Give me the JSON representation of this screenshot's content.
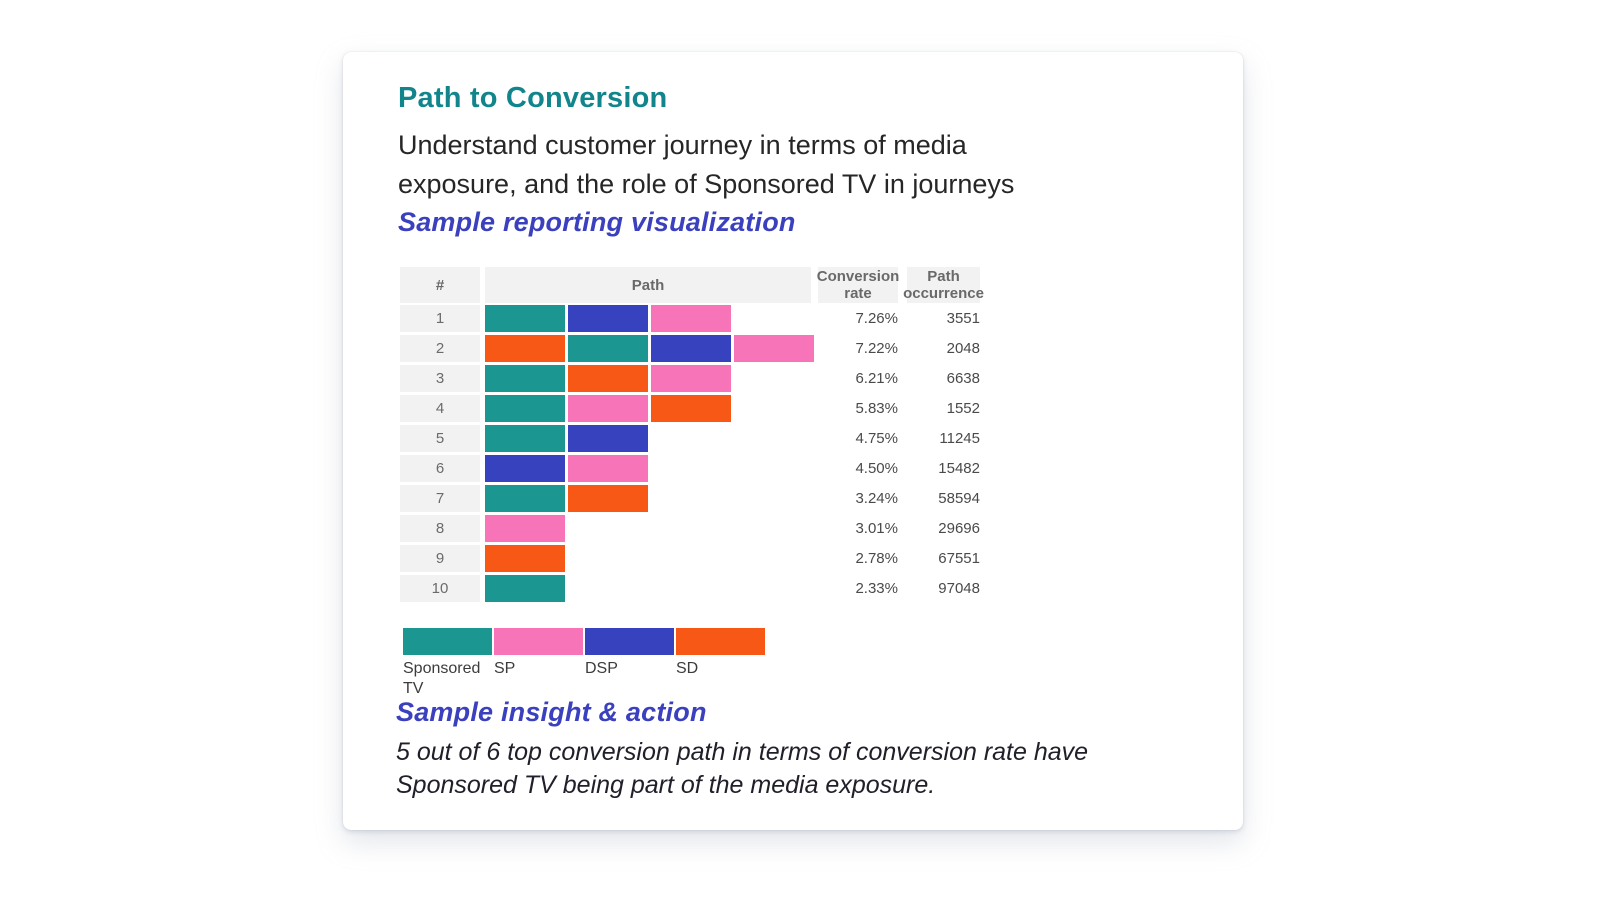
{
  "card": {
    "title": "Path to Conversion",
    "subtitle": "Understand customer journey in terms of media exposure, and the role of Sponsored TV in journeys",
    "viz_label": "Sample reporting visualization",
    "insight_label": "Sample insight & action",
    "insight_text": "5 out of 6 top conversion path in terms of conversion rate have Sponsored TV being part of the media exposure."
  },
  "colors": {
    "title_teal": "#12858C",
    "heading_blue": "#3A40BE",
    "cell_bg": "#F3F2F2",
    "sponsored_tv": "#1B9690",
    "sp": "#F874B9",
    "dsp": "#3742BE",
    "sd": "#F75815"
  },
  "chart_data": {
    "type": "table",
    "title": "Path to conversion table",
    "columns": [
      "#",
      "Path",
      "Conversion rate",
      "Path occurrence"
    ],
    "legend_position": "bottom",
    "legend": [
      {
        "key": "sponsored_tv",
        "label": "Sponsored TV",
        "color": "#1B9690"
      },
      {
        "key": "sp",
        "label": "SP",
        "color": "#F874B9"
      },
      {
        "key": "dsp",
        "label": "DSP",
        "color": "#3742BE"
      },
      {
        "key": "sd",
        "label": "SD",
        "color": "#F75815"
      }
    ],
    "rows": [
      {
        "rank": "1",
        "path": [
          "sponsored_tv",
          "dsp",
          "sp"
        ],
        "conversion_rate": "7.26%",
        "path_occurrence": "3551"
      },
      {
        "rank": "2",
        "path": [
          "sd",
          "sponsored_tv",
          "dsp",
          "sp"
        ],
        "conversion_rate": "7.22%",
        "path_occurrence": "2048"
      },
      {
        "rank": "3",
        "path": [
          "sponsored_tv",
          "sd",
          "sp"
        ],
        "conversion_rate": "6.21%",
        "path_occurrence": "6638"
      },
      {
        "rank": "4",
        "path": [
          "sponsored_tv",
          "sp",
          "sd"
        ],
        "conversion_rate": "5.83%",
        "path_occurrence": "1552"
      },
      {
        "rank": "5",
        "path": [
          "sponsored_tv",
          "dsp"
        ],
        "conversion_rate": "4.75%",
        "path_occurrence": "11245"
      },
      {
        "rank": "6",
        "path": [
          "dsp",
          "sp"
        ],
        "conversion_rate": "4.50%",
        "path_occurrence": "15482"
      },
      {
        "rank": "7",
        "path": [
          "sponsored_tv",
          "sd"
        ],
        "conversion_rate": "3.24%",
        "path_occurrence": "58594"
      },
      {
        "rank": "8",
        "path": [
          "sp"
        ],
        "conversion_rate": "3.01%",
        "path_occurrence": "29696"
      },
      {
        "rank": "9",
        "path": [
          "sd"
        ],
        "conversion_rate": "2.78%",
        "path_occurrence": "67551"
      },
      {
        "rank": "10",
        "path": [
          "sponsored_tv"
        ],
        "conversion_rate": "2.33%",
        "path_occurrence": "97048"
      }
    ]
  }
}
